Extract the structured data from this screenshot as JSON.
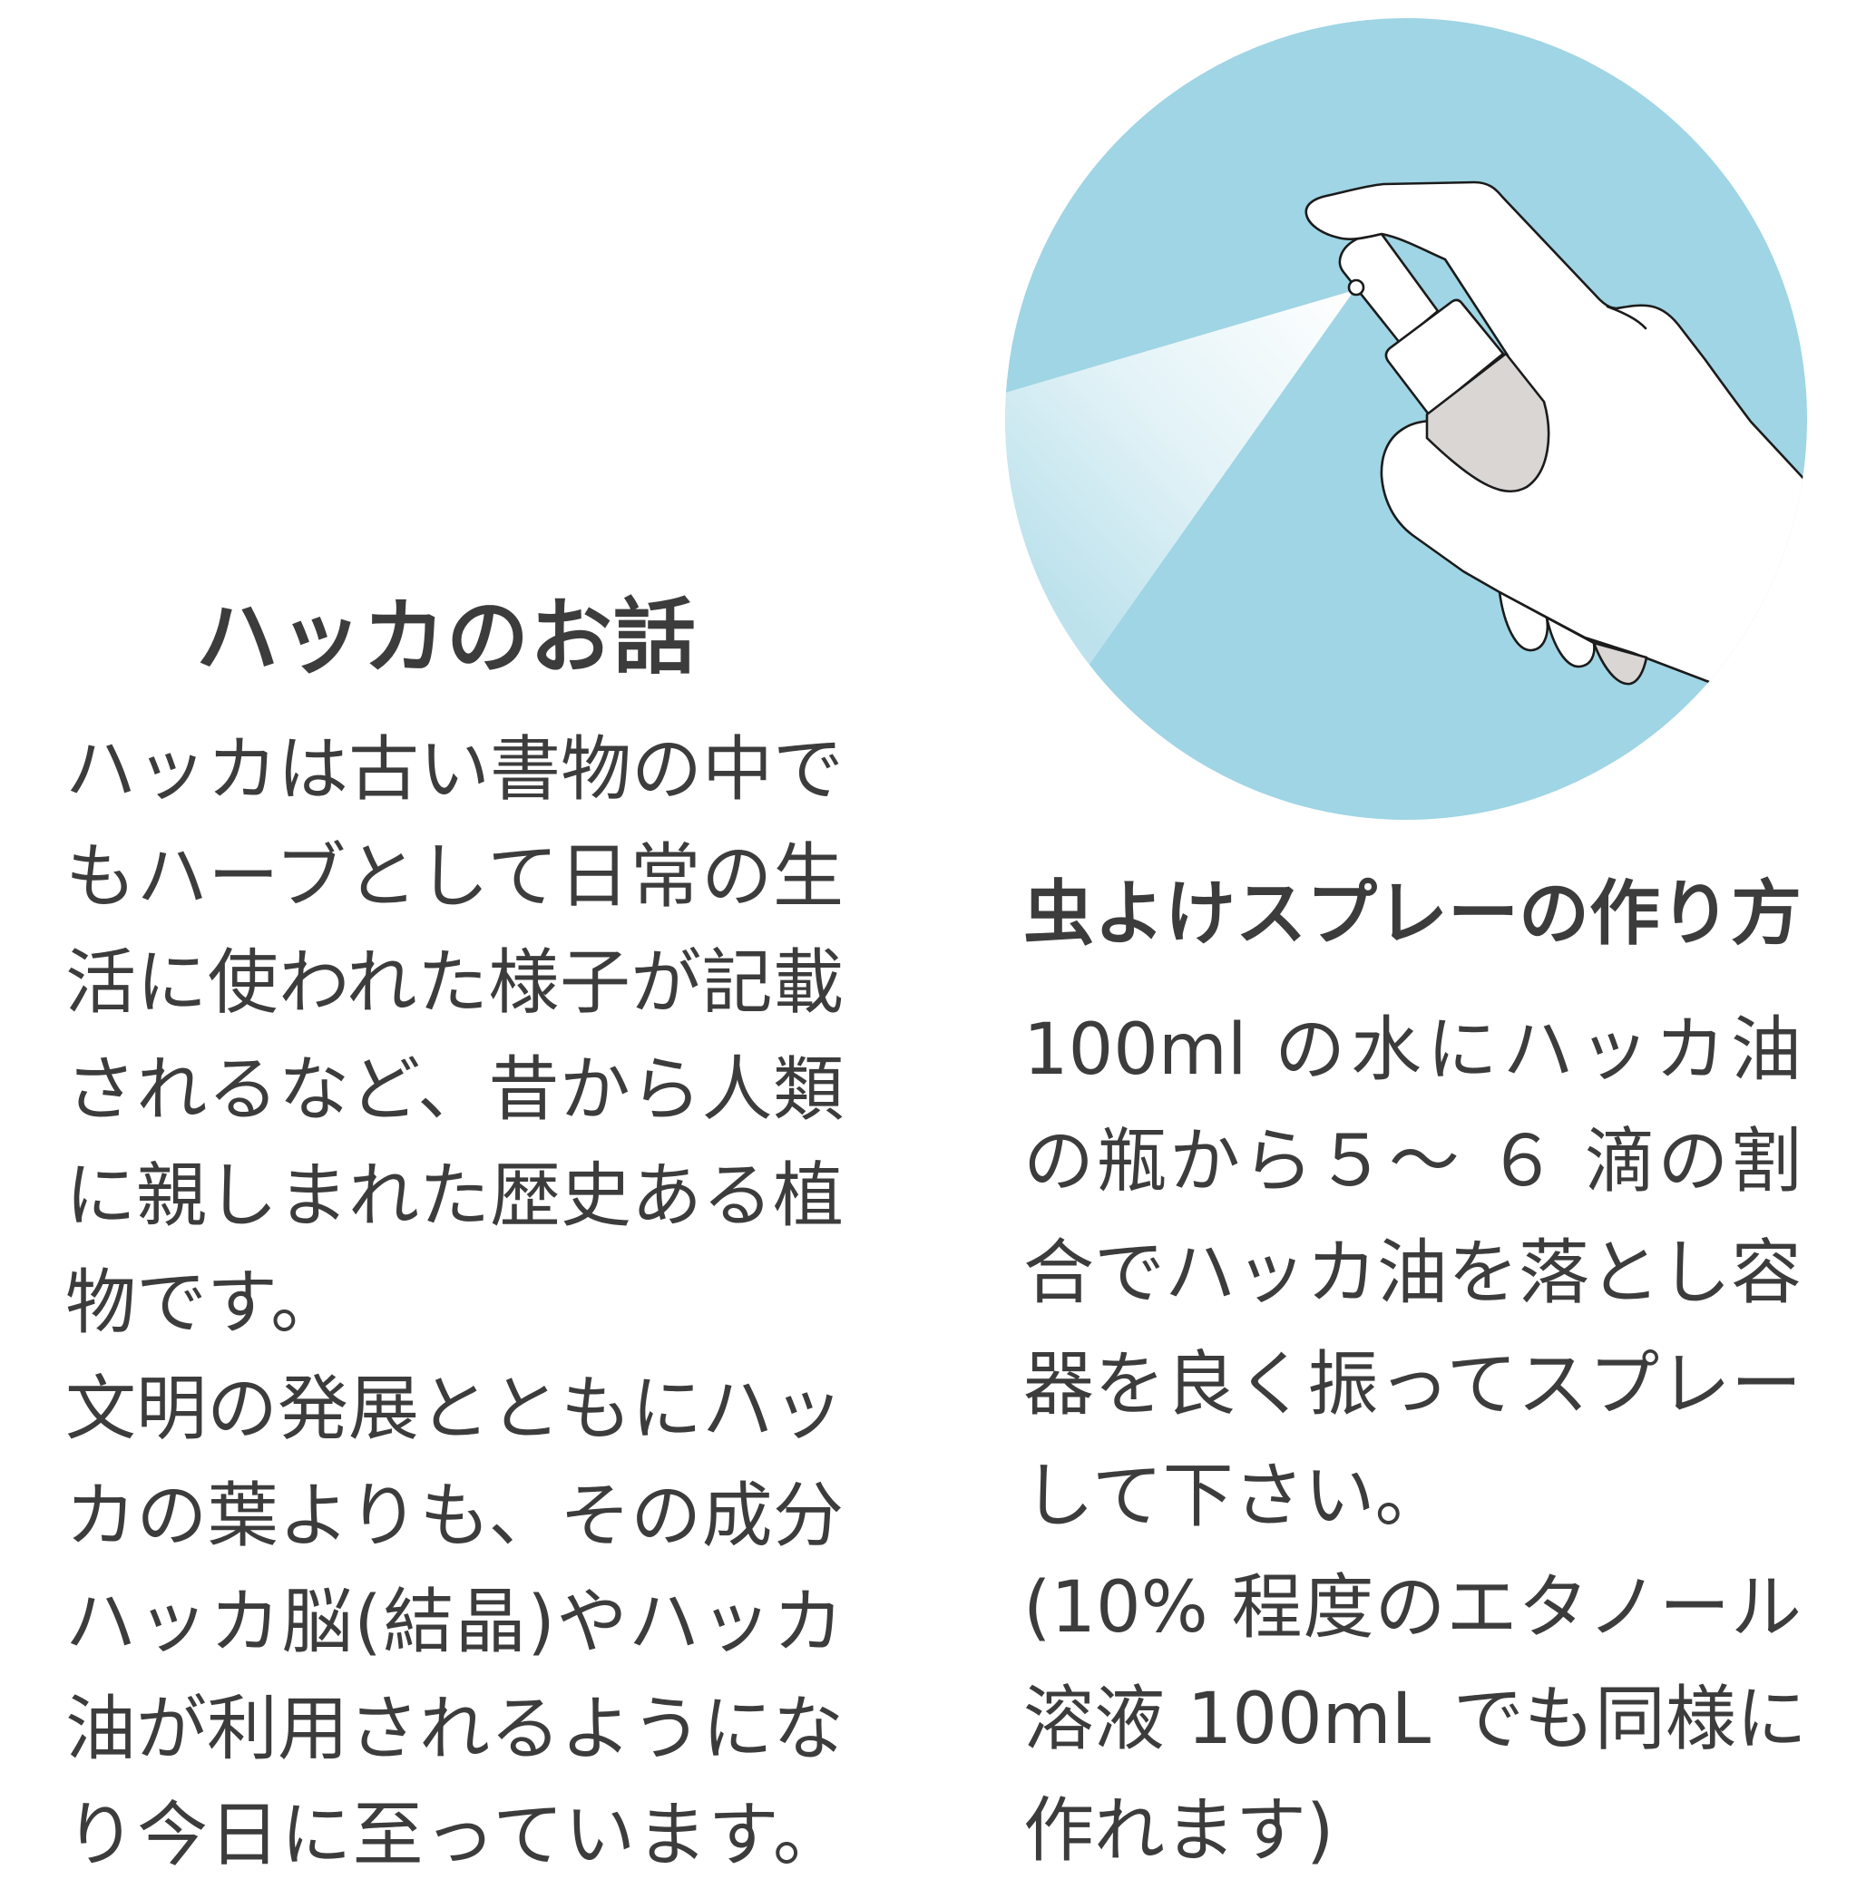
{
  "colors": {
    "background": "#ffffff",
    "text": "#3c3c3c",
    "accent_circle": "#9fd5e4",
    "bottle_gray": "#d9d6d4",
    "outline": "#1b1b1b"
  },
  "illustration": {
    "icon": "hand-spray-bottle-icon",
    "subject": "hand pressing a spray bottle, mist spraying to the left, on a light blue circle"
  },
  "left_section": {
    "title": "ハッカのお話",
    "lines": [
      "ハッカは古い書物の中で",
      "もハーブとして日常の生",
      "活に使われた様子が記載",
      "されるなど、昔から人類",
      "に親しまれた歴史ある植",
      "物です。",
      "文明の発展とともにハッ",
      "カの葉よりも、その成分",
      "ハッカ脳(結晶)やハッカ",
      "油が利用されるようにな",
      "り今日に至っています。"
    ]
  },
  "right_section": {
    "title": "虫よけスプレーの作り方",
    "lines": [
      "100ml の水にハッカ油",
      "の瓶から５～ ６ 滴の割",
      "合でハッカ油を落とし容",
      "器を良く振ってスプレー",
      "して下さい。",
      "(10% 程度のエタノール",
      "溶液 100mL でも同様に",
      "作れます)"
    ]
  }
}
